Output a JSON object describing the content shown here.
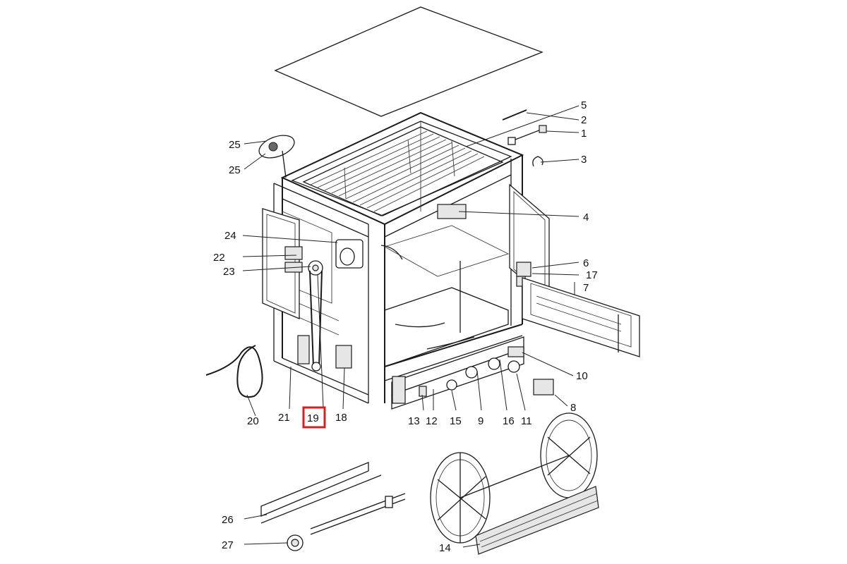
{
  "diagram": {
    "type": "exploded-parts-view",
    "highlight_color": "#d42020",
    "highlighted_part": "19",
    "callouts": [
      "1",
      "2",
      "3",
      "4",
      "5",
      "6",
      "7",
      "8",
      "9",
      "10",
      "11",
      "12",
      "13",
      "14",
      "15",
      "16",
      "17",
      "18",
      "19",
      "20",
      "21",
      "22",
      "23",
      "24",
      "25",
      "25",
      "26",
      "27"
    ]
  }
}
